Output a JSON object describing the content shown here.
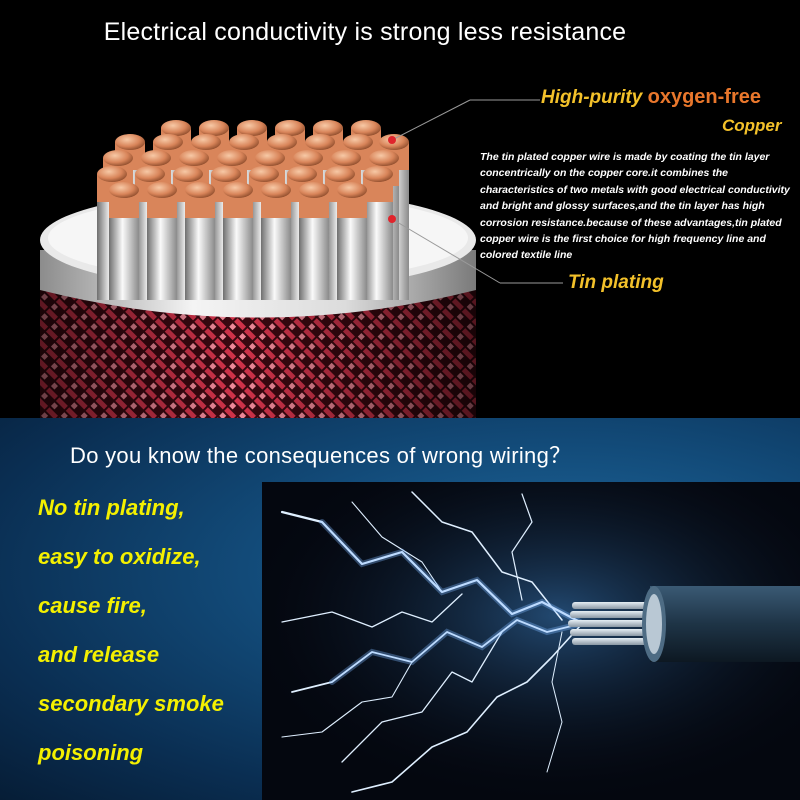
{
  "top": {
    "title": "Electrical conductivity is strong less resistance",
    "label_high_purity": "High-purity",
    "label_oxygen_free": "oxygen-free",
    "label_copper": "Copper",
    "description": "The tin plated copper wire is made by coating the tin layer concentrically on the copper core.it combines the characteristics of two metals with good electrical conductivity and bright and glossy surfaces,and the tin layer has high corrosion resistance.because of these advantages,tin plated copper wire is the first choice for high frequency line and colored textile line",
    "tin_plating_label": "Tin plating"
  },
  "bottom": {
    "question": "Do you know the consequences of wrong wiring？",
    "warnings": [
      "No tin plating,",
      "easy to oxidize,",
      "cause fire,",
      "and release",
      "secondary smoke",
      "poisoning"
    ]
  },
  "colors": {
    "accent_yellow": "#f3c12a",
    "accent_orange": "#e9772c",
    "warning_yellow": "#f4f000",
    "copper": "#d9855a",
    "braid_red": "#c8243c",
    "panel_blue": "#124a78"
  },
  "icons": [
    "copper-cable-icon",
    "lightning-icon",
    "wire-end-icon"
  ]
}
